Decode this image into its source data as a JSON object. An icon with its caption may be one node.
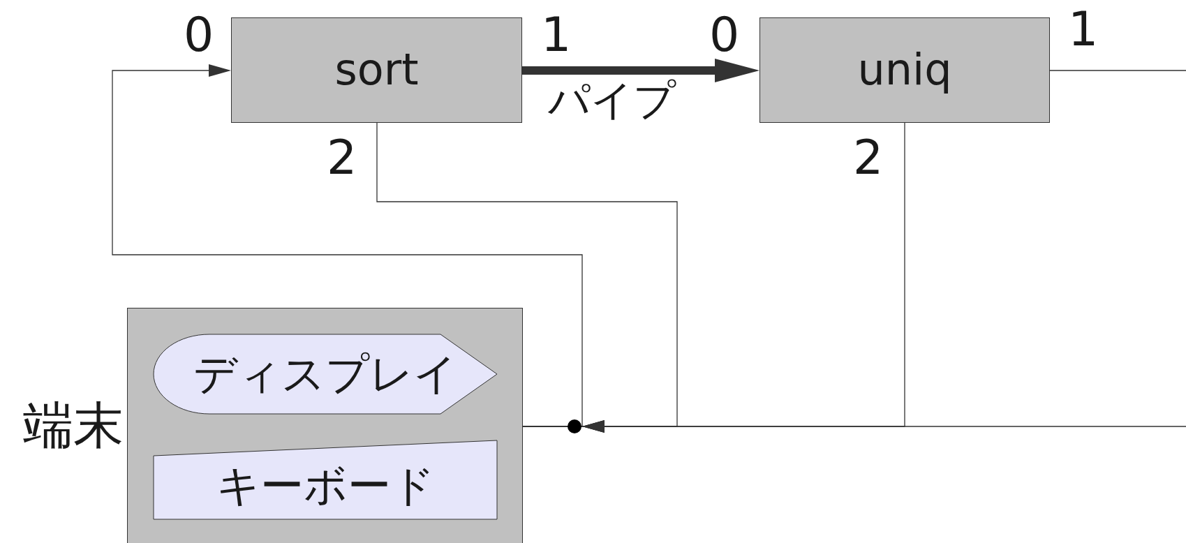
{
  "diagram": {
    "nodes": [
      {
        "text": [
          "sort"
        ],
        "beside": [
          "0",
          "1",
          "2"
        ]
      },
      {
        "text": [
          "uniq"
        ],
        "beside": [
          "0",
          "1",
          "2"
        ]
      },
      {
        "text": [
          "端末"
        ]
      },
      {
        "text": [
          "ディスプレイ"
        ],
        "in": 2
      },
      {
        "text": [
          "キーボード"
        ],
        "in": 2
      }
    ],
    "edges": [
      {
        "from": 0,
        "to": 1,
        "arrow": "to",
        "label": "パイプ",
        "style": "thick"
      },
      {
        "from": 2,
        "to": 0,
        "arrow": "to"
      },
      {
        "from": 0,
        "to": 2,
        "arrow": "to"
      },
      {
        "from": 1,
        "to": 2,
        "arrow": "to"
      },
      {
        "from": 1,
        "to": 2,
        "arrow": "to"
      }
    ]
  }
}
